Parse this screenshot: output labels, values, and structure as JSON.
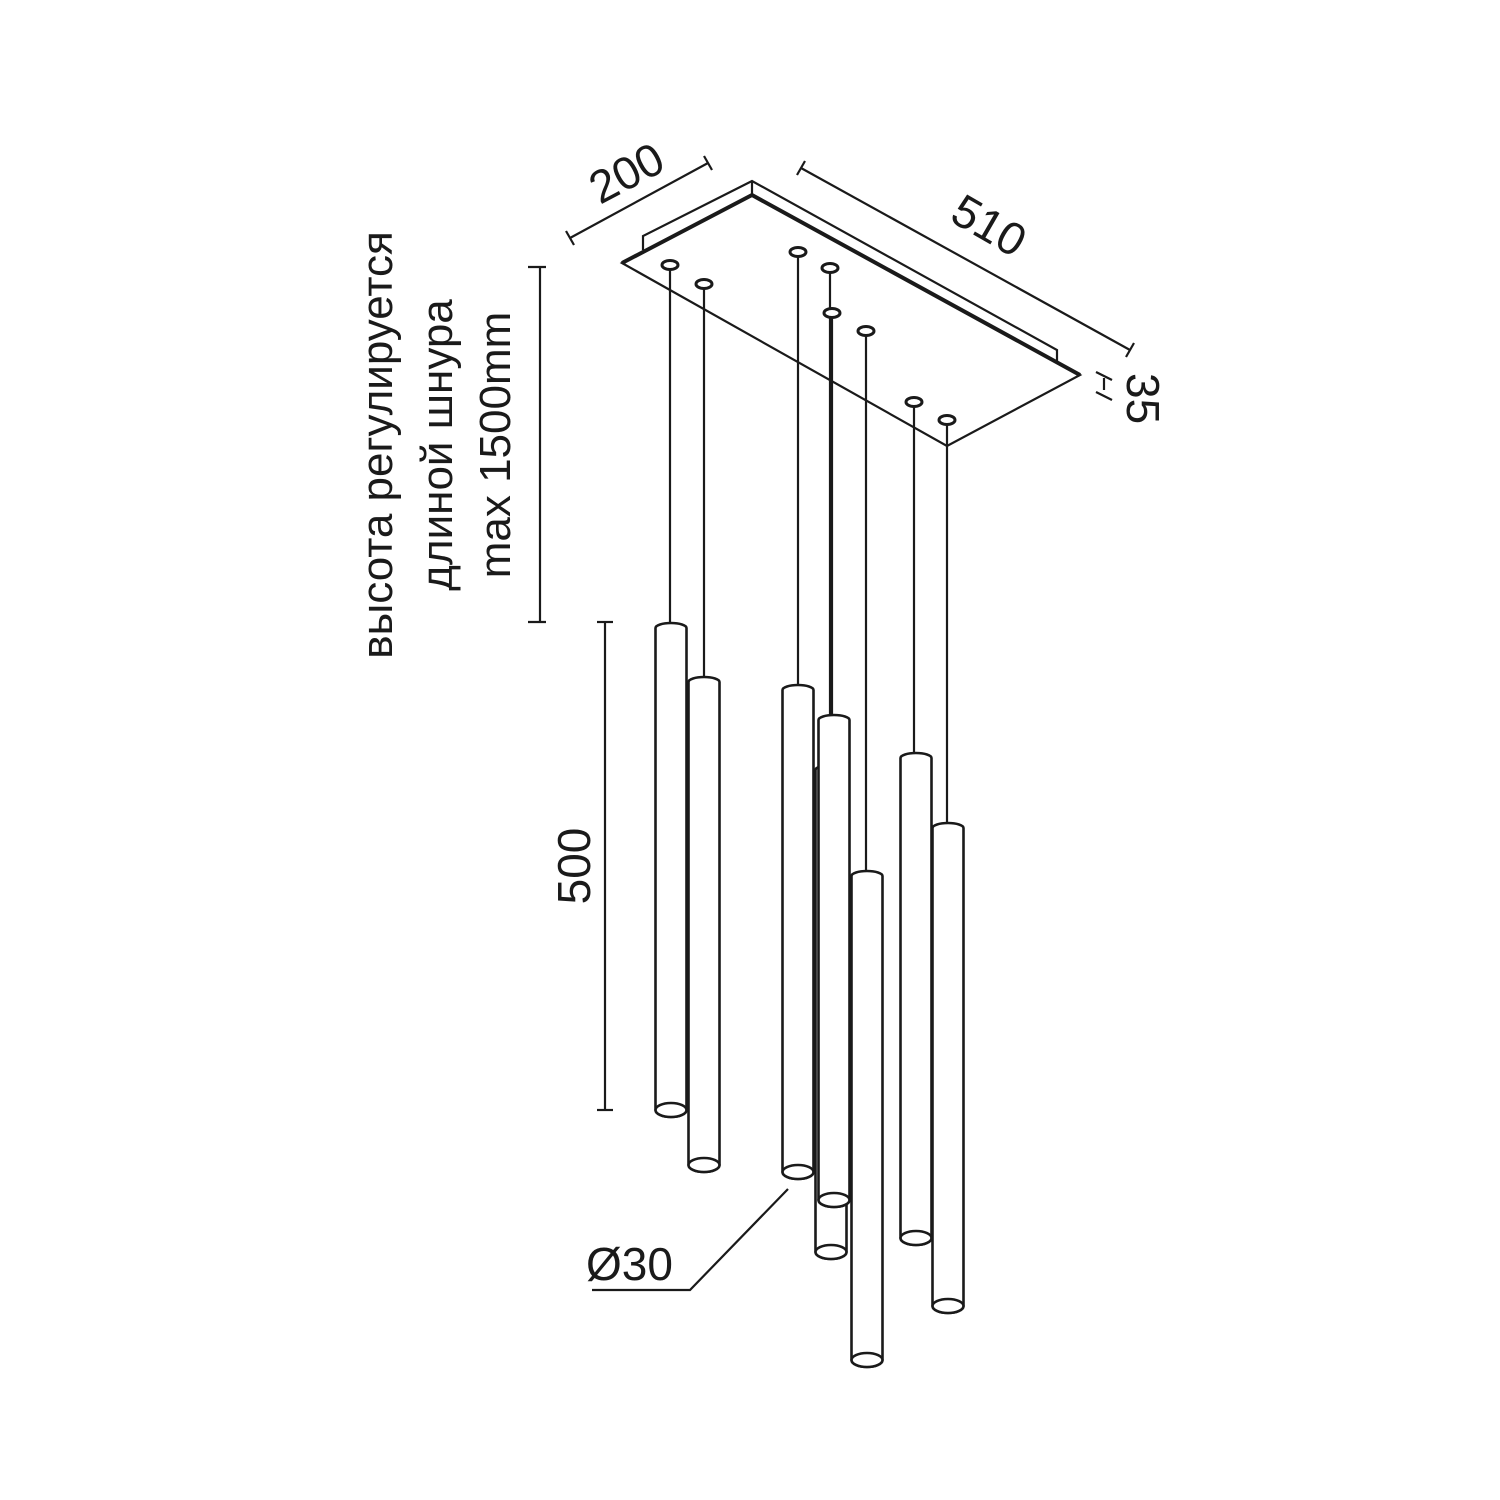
{
  "dimensions": {
    "canopy_width": "200",
    "canopy_length": "510",
    "canopy_height": "35",
    "tube_length": "500",
    "tube_diameter": "Ø30"
  },
  "note": {
    "line1": "высота регулируется",
    "line2": "длиной шнура",
    "line3": "max 1500mm"
  },
  "tube_count": 8,
  "line_color": "#1a1a1a"
}
